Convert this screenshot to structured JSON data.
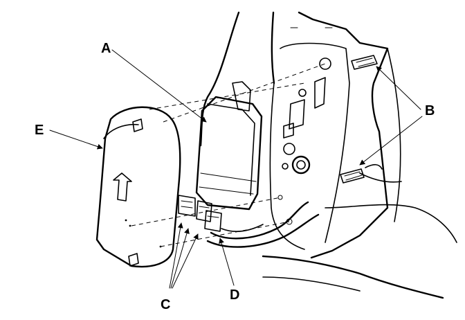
{
  "callouts": {
    "a": "A",
    "b": "B",
    "c": "C",
    "d": "D",
    "e": "E"
  },
  "colors": {
    "ink": "#000000",
    "paper": "#ffffff"
  }
}
